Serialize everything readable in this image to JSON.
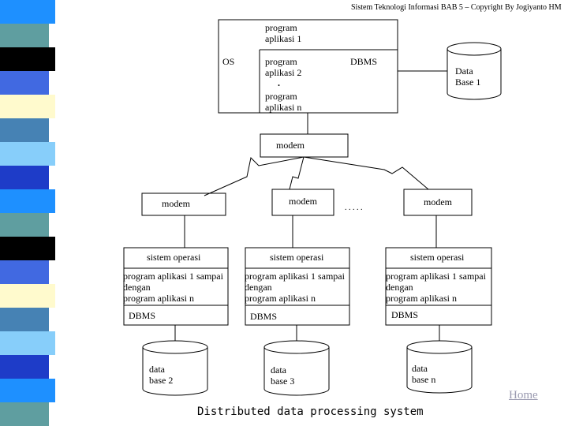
{
  "header": "Sistem Teknologi Informasi BAB 5 – Copyright By Jogiyanto HM",
  "top": {
    "os_label": "OS",
    "program_1": [
      "program",
      "aplikasi 1"
    ],
    "program_2": [
      "program",
      "aplikasi 2"
    ],
    "dot": ".",
    "program_n": [
      "program",
      "aplikasi n"
    ],
    "dbms_label": "DBMS",
    "database": [
      "Data",
      "Base 1"
    ]
  },
  "central_modem": "modem",
  "ellipsis": ". . . . .",
  "nodes": [
    {
      "modem": "modem",
      "os": "sistem operasi",
      "programs": [
        "program aplikasi 1 sampai",
        "dengan",
        "program aplikasi n"
      ],
      "dbms": "DBMS",
      "database": [
        "data",
        "base 2"
      ]
    },
    {
      "modem": "modem",
      "os": "sistem operasi",
      "programs": [
        "program aplikasi 1 sampai",
        "dengan",
        "program aplikasi n"
      ],
      "dbms": "DBMS",
      "database": [
        "data",
        "base 3"
      ]
    },
    {
      "modem": "modem",
      "os": "sistem operasi",
      "programs": [
        "program aplikasi 1 sampai",
        "dengan",
        "program aplikasi n"
      ],
      "dbms": "DBMS",
      "database": [
        "data",
        "base n"
      ]
    }
  ],
  "caption": "Distributed data processing system",
  "home_link": "Home",
  "stripe_colors": [
    "#1e90ff",
    "#5f9ea0",
    "#000000",
    "#4169e1",
    "#fffacd",
    "#4682b4",
    "#87cefa",
    "#1e3cc8"
  ]
}
